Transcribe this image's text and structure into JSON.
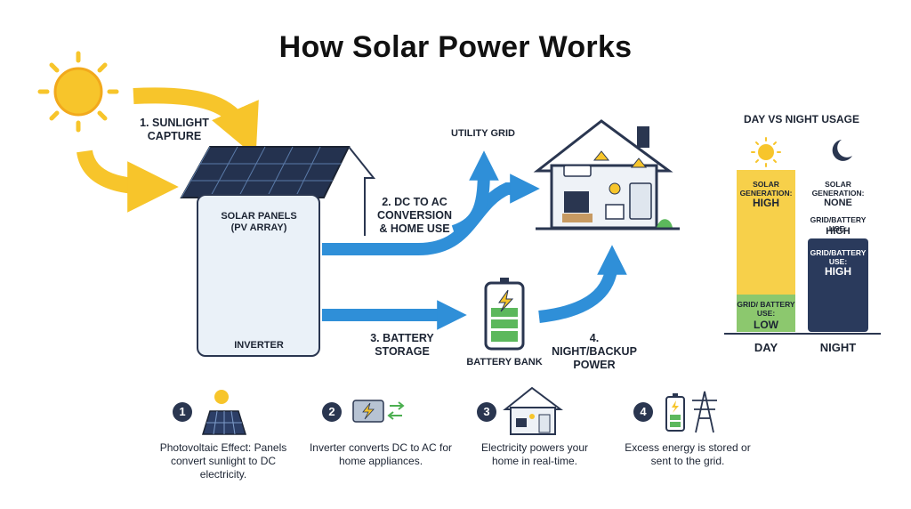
{
  "title": "How Solar Power Works",
  "steps": {
    "sunlight": "1. SUNLIGHT CAPTURE",
    "dc_ac": "2. DC to AC CONVERSION & HOME USE",
    "battery": "3. BATTERY STORAGE",
    "night": "4. NIGHT/BACKUP POWER"
  },
  "nodes": {
    "utility_grid": "UTILITY GRID",
    "solar_panels": "SOLAR PANELS (PV ARRAY)",
    "inverter": "INVERTER",
    "battery_bank": "BATTERY BANK"
  },
  "usage": {
    "title": "DAY VS NIGHT USAGE",
    "day": {
      "label": "DAY",
      "solar_label": "SOLAR GENERATION:",
      "solar_value": "HIGH",
      "grid_label": "GRID/ BATTERY USE:",
      "grid_value": "LOW",
      "solar_fraction": 0.75,
      "grid_fraction": 0.25
    },
    "night": {
      "label": "NIGHT",
      "solar_label": "SOLAR GENERATION:",
      "solar_value": "NONE",
      "grid_label_top": "GRID/BATTERY USE:",
      "grid_value_top": "HIGH",
      "grid_label": "GRID/BATTERY USE:",
      "grid_value": "HIGH"
    }
  },
  "footer": [
    {
      "num": "1",
      "text": "Photovoltaic Effect: Panels convert sunlight to DC electricity."
    },
    {
      "num": "2",
      "text": "Inverter converts DC to AC for home appliances."
    },
    {
      "num": "3",
      "text": "Electricity powers your home in real-time."
    },
    {
      "num": "4",
      "text": "Excess energy is stored or sent to the grid."
    }
  ],
  "colors": {
    "sun": "#f7c52b",
    "arrow_blue": "#2f8fd8",
    "dark_navy": "#2a3650",
    "battery_green": "#5cb85c",
    "day_yellow": "#f7d04a",
    "day_green": "#8cc86e",
    "night_navy": "#2a3a5c"
  }
}
